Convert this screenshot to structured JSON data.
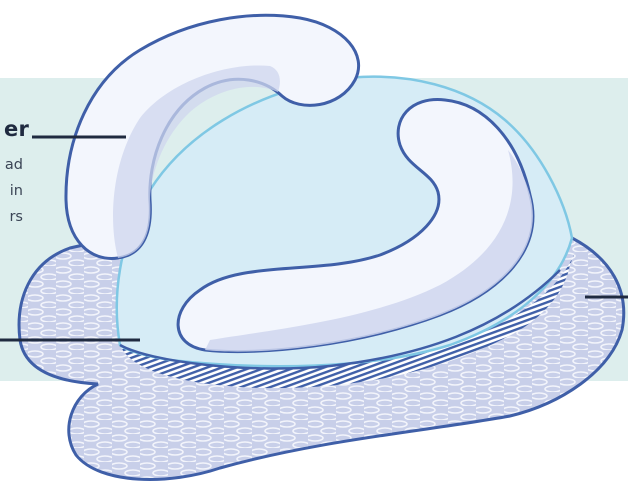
{
  "labels": {
    "top_callout": {
      "title_fragment": "er",
      "line_fragments": [
        "ad",
        "in",
        "rs"
      ]
    }
  },
  "colors": {
    "background_panel": "#ddeeed",
    "outline": "#3f5fa8",
    "gel_fill": "#d6ecf6",
    "gel_edge": "#7fc8e4",
    "adhesive_fill": "#c5cde8",
    "ring_fill": "#f3f6fd",
    "ring_shadow": "#cfd6ee",
    "leader_line": "#1f2a40"
  },
  "icons": {
    "illustration": "layered-wound-dressing-illustration"
  }
}
